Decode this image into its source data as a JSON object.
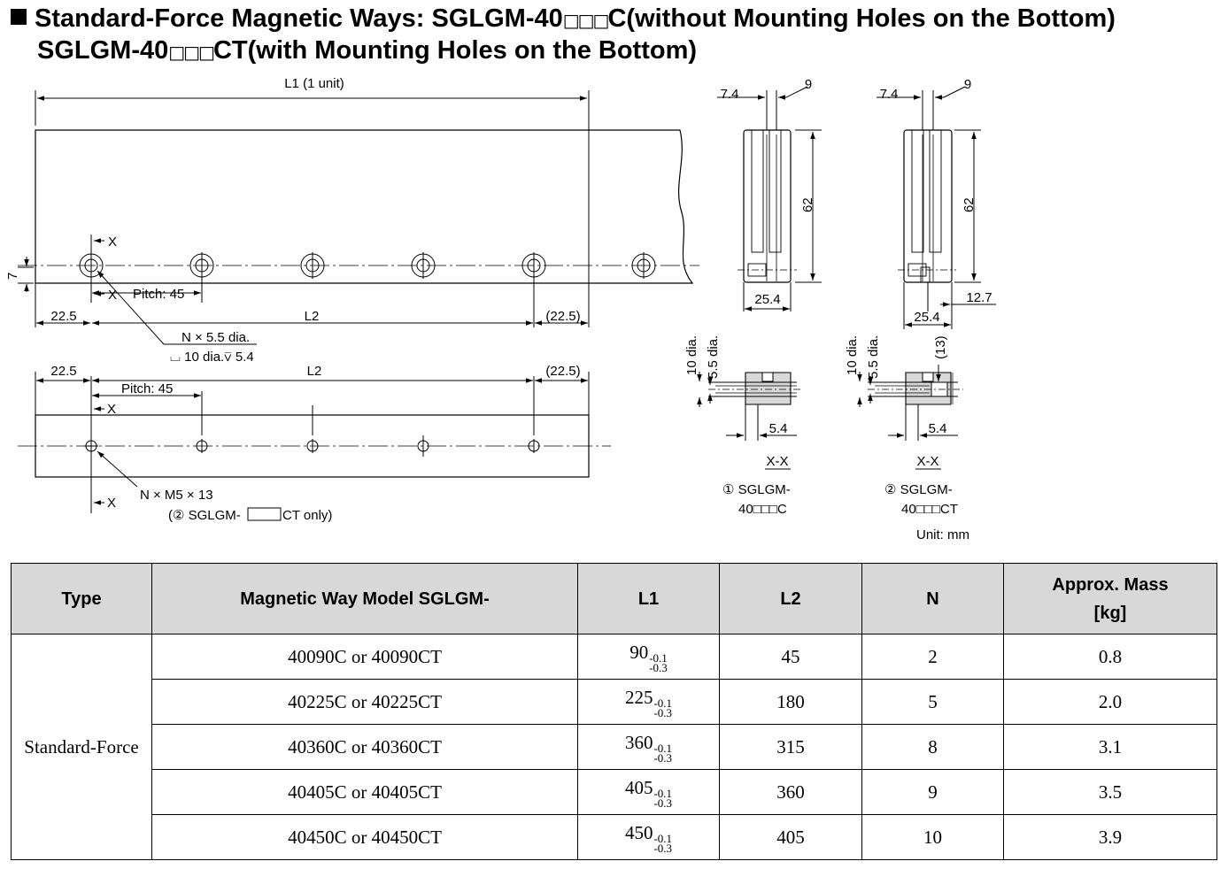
{
  "title": {
    "line1_a": "Standard-Force Magnetic Ways: SGLGM-40",
    "line1_boxes": "□□□",
    "line1_b": "C(without Mounting Holes on the Bottom)",
    "line2_a": "SGLGM-40",
    "line2_boxes": "□□□",
    "line2_b": "CT(with Mounting Holes on the Bottom)"
  },
  "drawing": {
    "l1": "L1 (1 unit)",
    "x_marker": "X",
    "pitch": "Pitch: 45",
    "dim_22_5": "22.5",
    "dim_22_5_paren": "(22.5)",
    "l2": "L2",
    "dim_7": "7",
    "hole_note_1": "N × 5.5 dia.",
    "hole_note_2": "⌴ 10 dia.⊽ 5.4",
    "tap_note_1": "N × M5 × 13",
    "tap_note_2a": "(② SGLGM-",
    "tap_note_2b": "CT only)",
    "dim_7_4": "7.4",
    "dim_9": "9",
    "dim_62": "62",
    "dim_25_4": "25.4",
    "dim_12_7": "12.7",
    "dim_10dia": "10 dia.",
    "dim_5_5dia": "5.5 dia.",
    "dim_13": "(13)",
    "dim_5_4": "5.4",
    "section": "X-X",
    "model1_a": "① SGLGM-",
    "model1_b": "40□□□C",
    "model2_a": "② SGLGM-",
    "model2_b": "40□□□CT",
    "unit": "Unit: mm"
  },
  "table": {
    "headers": [
      "Type",
      "Magnetic Way Model SGLGM-",
      "L1",
      "L2",
      "N",
      "Approx. Mass",
      "[kg]"
    ],
    "type": "Standard-Force",
    "tol_upper": "-0.1",
    "tol_lower": "-0.3",
    "rows": [
      {
        "model": "40090C or 40090CT",
        "l1": "90",
        "l2": "45",
        "n": "2",
        "mass": "0.8"
      },
      {
        "model": "40225C or 40225CT",
        "l1": "225",
        "l2": "180",
        "n": "5",
        "mass": "2.0"
      },
      {
        "model": "40360C or 40360CT",
        "l1": "360",
        "l2": "315",
        "n": "8",
        "mass": "3.1"
      },
      {
        "model": "40405C or 40405CT",
        "l1": "405",
        "l2": "360",
        "n": "9",
        "mass": "3.5"
      },
      {
        "model": "40450C or 40450CT",
        "l1": "450",
        "l2": "405",
        "n": "10",
        "mass": "3.9"
      }
    ]
  }
}
